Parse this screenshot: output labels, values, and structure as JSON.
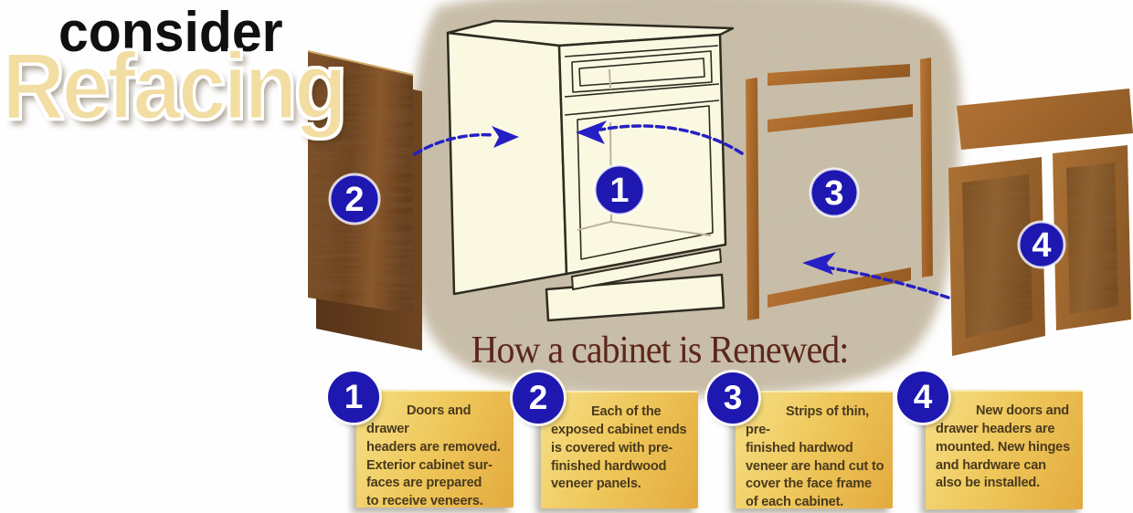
{
  "title": {
    "word_top": "consider",
    "word_main": "Refacing"
  },
  "heading": "How a cabinet is Renewed:",
  "diagram": {
    "badges": [
      {
        "number": "1"
      },
      {
        "number": "2"
      },
      {
        "number": "3"
      },
      {
        "number": "4"
      }
    ]
  },
  "steps": [
    {
      "number": "1",
      "text": "Doors and drawer\nheaders are removed.\nExterior cabinet sur-\nfaces are prepared\nto receive veneers."
    },
    {
      "number": "2",
      "text": "Each of the\nexposed cabinet ends\nis covered with pre-\nfinished hardwood\nveneer panels."
    },
    {
      "number": "3",
      "text": "Strips of thin, pre-\nfinished hardwod\nveneer are hand cut to\ncover the face frame\nof each cabinet."
    },
    {
      "number": "4",
      "text": "New doors and\ndrawer headers are\nmounted. New hinges\nand hardware can\nalso be installed."
    }
  ],
  "colors": {
    "badge_blue": "#1e18b0",
    "box_gold": "#eec45a",
    "heading_maroon": "#5c261c",
    "refacing_cream": "#f2dda2",
    "cabinet_cream": "#fbf8e2",
    "backdrop_tan": "#cec3ad",
    "arrow_blue": "#2620c4"
  }
}
